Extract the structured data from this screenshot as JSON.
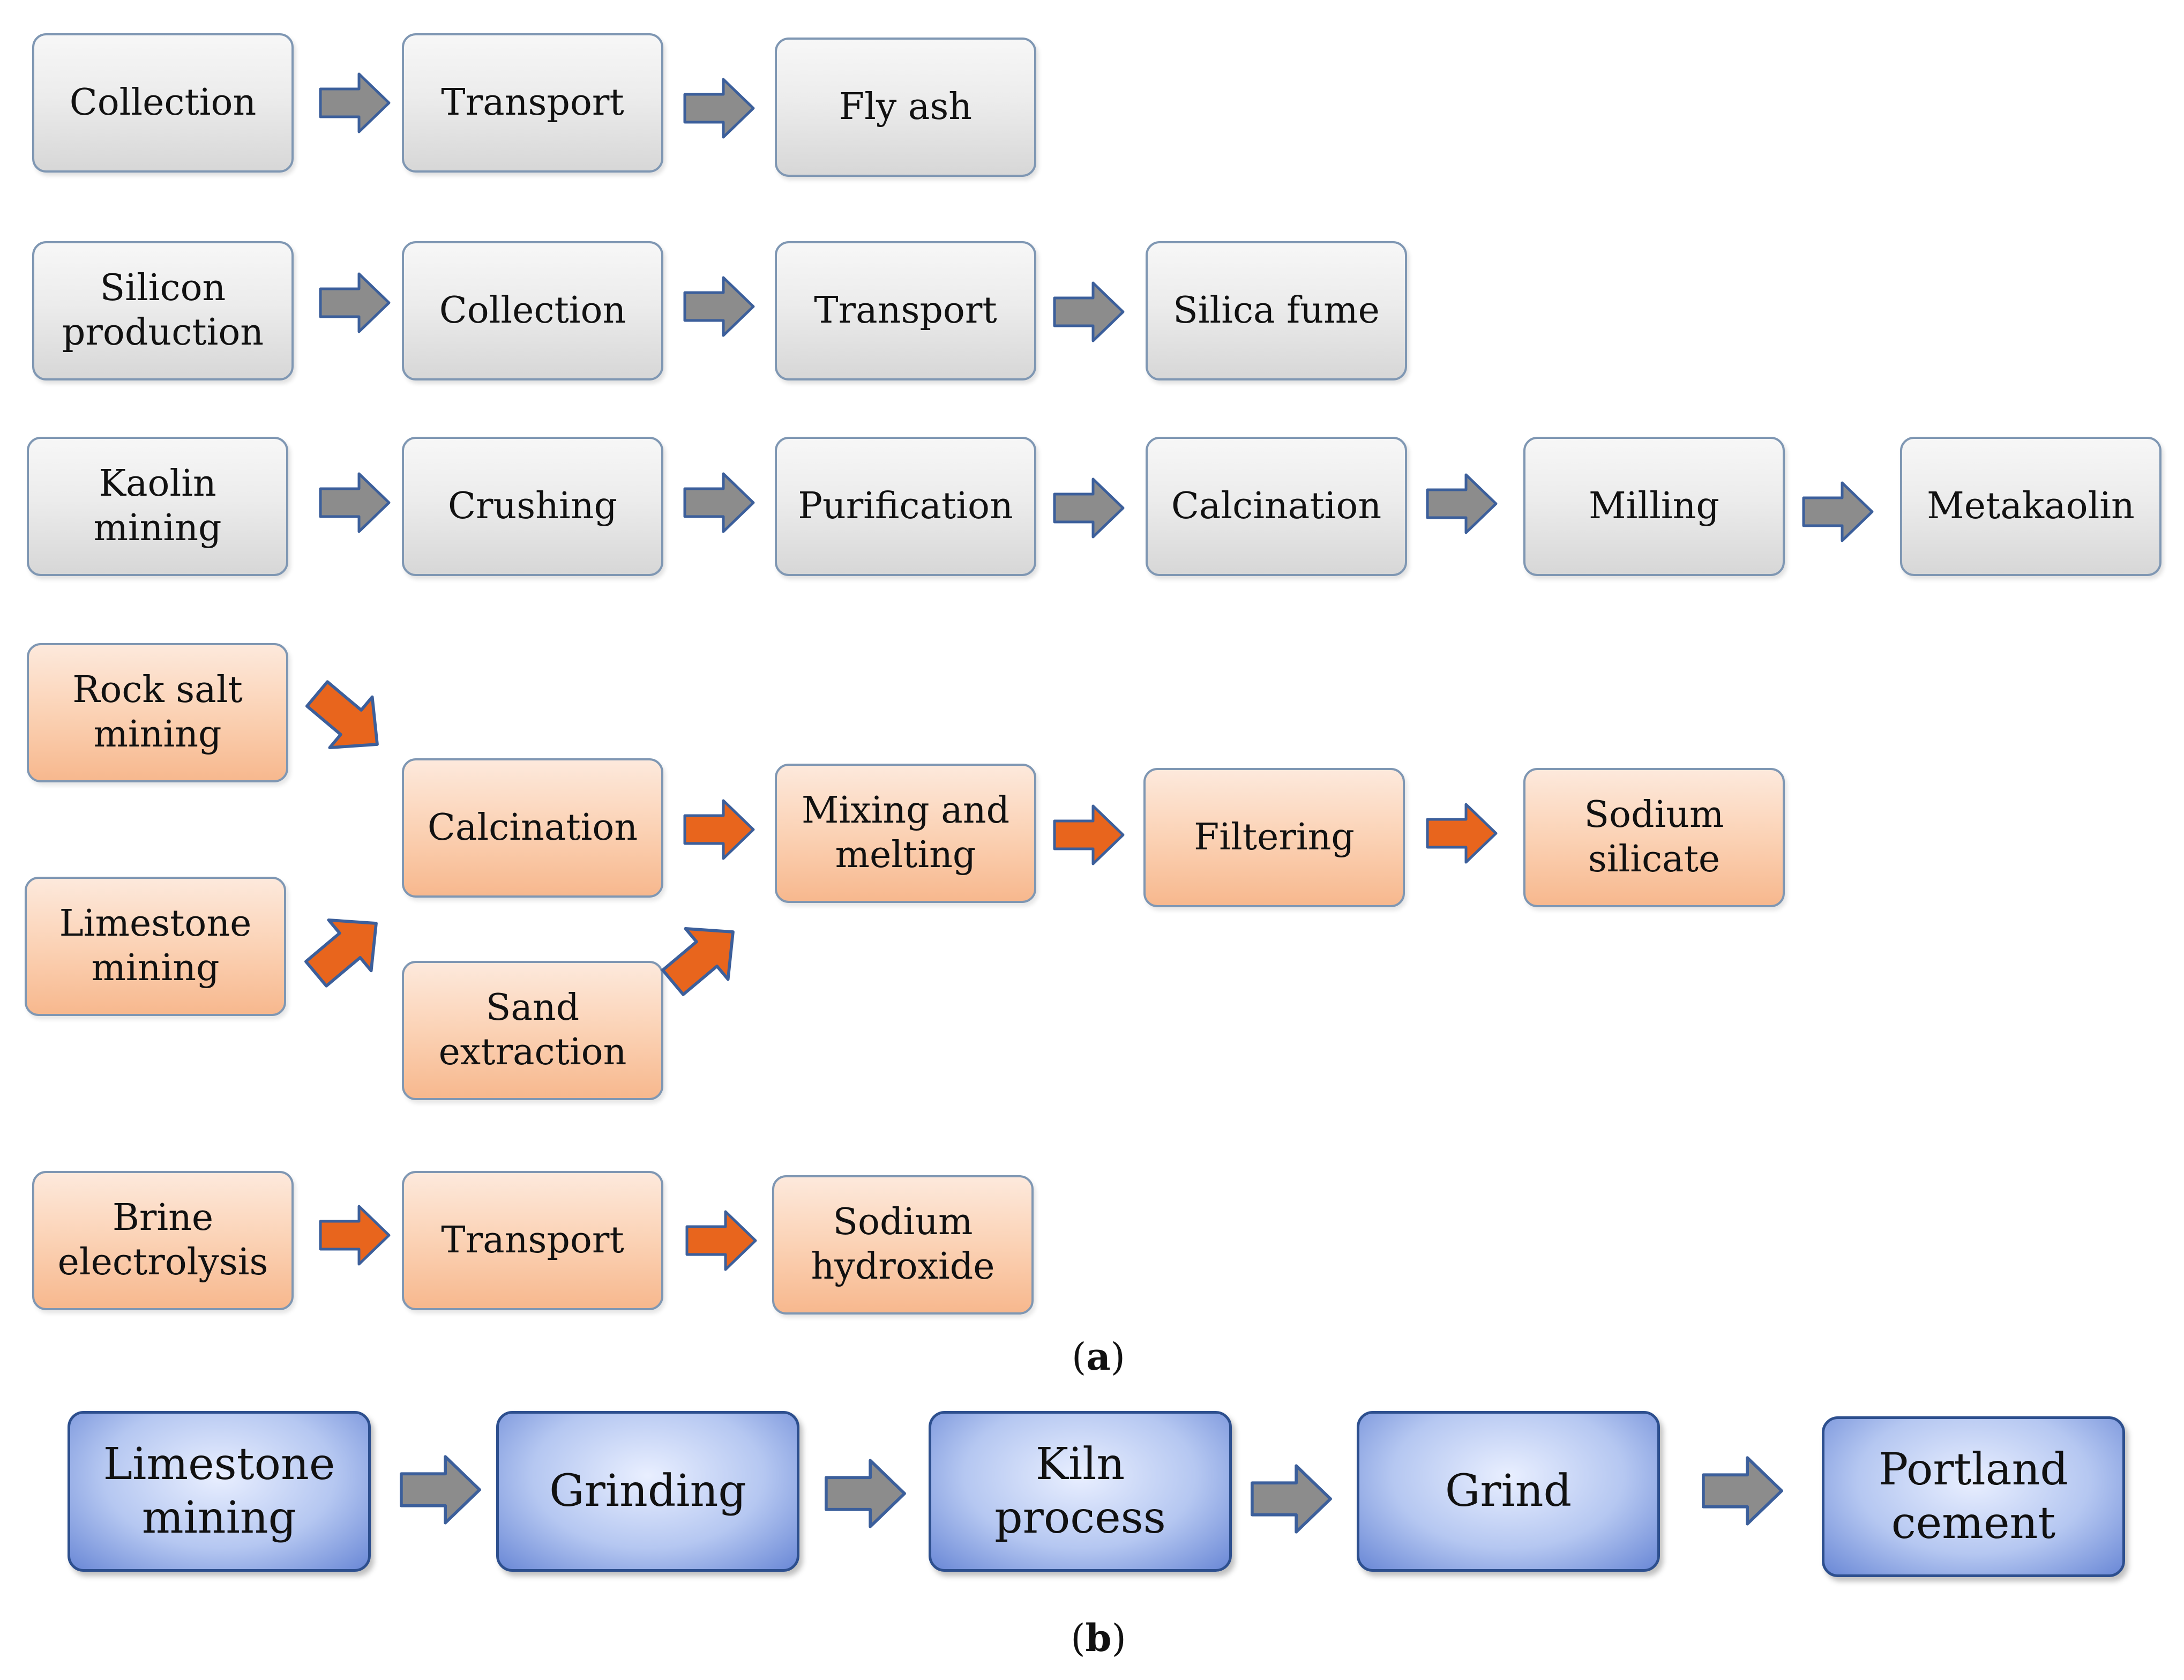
{
  "panel_a": {
    "fly_ash_row": [
      "Collection",
      "Transport",
      "Fly ash"
    ],
    "silica_fume_row": [
      "Silicon\nproduction",
      "Collection",
      "Transport",
      "Silica fume"
    ],
    "metakaolin_row": [
      "Kaolin\nmining",
      "Crushing",
      "Purification",
      "Calcination",
      "Milling",
      "Metakaolin"
    ],
    "sodium_silicate": {
      "rock_salt": "Rock salt\nmining",
      "limestone": "Limestone\nmining",
      "calcination": "Calcination",
      "sand": "Sand\nextraction",
      "mixing": "Mixing and\nmelting",
      "filtering": "Filtering",
      "product": "Sodium\nsilicate"
    },
    "sodium_hydroxide_row": [
      "Brine\nelectrolysis",
      "Transport",
      "Sodium\nhydroxide"
    ]
  },
  "panel_b": {
    "portland_row": [
      "Limestone\nmining",
      "Grinding",
      "Kiln\nprocess",
      "Grind",
      "Portland\ncement"
    ]
  },
  "captions": {
    "a_letter": "a",
    "b_letter": "b"
  },
  "colors": {
    "gray_arrow": "#8c8c8c",
    "orange_arrow": "#e8651d",
    "arrow_edge": "#3c5f9b",
    "box_border": "#7f97b3",
    "blue_border": "#2d4f8e"
  }
}
